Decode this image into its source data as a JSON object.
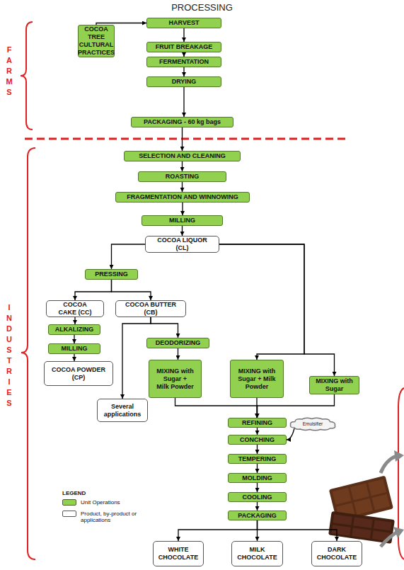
{
  "diagram": {
    "title": "PROCESSING",
    "nodes": [
      {
        "text": [
          "HARVEST"
        ]
      },
      {
        "text": [
          "COCOA TREE CULTURAL PRACTICES"
        ]
      },
      {
        "text": [
          "FRUIT BREAKAGE"
        ]
      },
      {
        "text": [
          "FERMENTATION"
        ]
      },
      {
        "text": [
          "DRYING"
        ]
      },
      {
        "text": [
          "PACKAGING - 60 kg bags"
        ]
      },
      {
        "text": [
          "SELECTION AND CLEANING"
        ]
      },
      {
        "text": [
          "ROASTING"
        ]
      },
      {
        "text": [
          "FRAGMENTATION AND WINNOWING"
        ]
      },
      {
        "text": [
          "MILLING"
        ]
      },
      {
        "text": [
          "COCOA LIQUOR (CL)"
        ]
      },
      {
        "text": [
          "PRESSING"
        ]
      },
      {
        "text": [
          "COCOA CAKE (CC)"
        ]
      },
      {
        "text": [
          "COCOA BUTTER (CB)"
        ]
      },
      {
        "text": [
          "ALKALIZING"
        ]
      },
      {
        "text": [
          "MILLING"
        ]
      },
      {
        "text": [
          "COCOA POWDER (CP)"
        ]
      },
      {
        "text": [
          "DEODORIZING"
        ]
      },
      {
        "text": [
          "MIXING with Sugar + Milk Powder"
        ]
      },
      {
        "text": [
          "MIXING with Sugar + Milk Powder"
        ]
      },
      {
        "text": [
          "MIXING with Sugar"
        ]
      },
      {
        "text": [
          "Several applications"
        ]
      },
      {
        "text": [
          "REFINING"
        ]
      },
      {
        "text": [
          "CONCHING"
        ]
      },
      {
        "text": [
          "TEMPERING"
        ]
      },
      {
        "text": [
          "MOLDING"
        ]
      },
      {
        "text": [
          "COOLING"
        ]
      },
      {
        "text": [
          "PACKAGING"
        ]
      },
      {
        "text": [
          "WHITE CHOCOLATE"
        ]
      },
      {
        "text": [
          "MILK CHOCOLATE"
        ]
      },
      {
        "text": [
          "DARK CHOCOLATE"
        ]
      },
      {
        "text": [
          "Emulsifier"
        ]
      }
    ],
    "edges": [
      {
        "from": 1,
        "to": 0,
        "arrow": "to"
      },
      {
        "from": 0,
        "to": 2,
        "arrow": "to"
      },
      {
        "from": 2,
        "to": 3,
        "arrow": "to"
      },
      {
        "from": 3,
        "to": 4,
        "arrow": "to"
      },
      {
        "from": 4,
        "to": 5,
        "arrow": "to"
      },
      {
        "from": 5,
        "to": 6,
        "arrow": "to"
      },
      {
        "from": 6,
        "to": 7,
        "arrow": "to"
      },
      {
        "from": 7,
        "to": 8,
        "arrow": "to"
      },
      {
        "from": 8,
        "to": 9,
        "arrow": "to"
      },
      {
        "from": 9,
        "to": 10,
        "arrow": "to"
      },
      {
        "from": 10,
        "to": 11,
        "arrow": "to"
      },
      {
        "from": 10,
        "to": 19,
        "arrow": "to"
      },
      {
        "from": 10,
        "to": 20,
        "arrow": "to"
      },
      {
        "from": 11,
        "to": 12,
        "arrow": "to"
      },
      {
        "from": 11,
        "to": 13,
        "arrow": "to"
      },
      {
        "from": 12,
        "to": 14,
        "arrow": "to"
      },
      {
        "from": 14,
        "to": 15,
        "arrow": "to"
      },
      {
        "from": 15,
        "to": 16,
        "arrow": "to"
      },
      {
        "from": 13,
        "to": 21,
        "arrow": "to"
      },
      {
        "from": 13,
        "to": 17,
        "arrow": "to"
      },
      {
        "from": 17,
        "to": 18,
        "arrow": "to"
      },
      {
        "from": 18,
        "to": 22,
        "arrow": "to"
      },
      {
        "from": 19,
        "to": 22,
        "arrow": "to"
      },
      {
        "from": 20,
        "to": 22,
        "arrow": "to"
      },
      {
        "from": 22,
        "to": 23,
        "arrow": "to"
      },
      {
        "from": 23,
        "to": 24,
        "arrow": "to"
      },
      {
        "from": 24,
        "to": 25,
        "arrow": "to"
      },
      {
        "from": 25,
        "to": 26,
        "arrow": "to"
      },
      {
        "from": 26,
        "to": 27,
        "arrow": "to"
      },
      {
        "from": 27,
        "to": 28,
        "arrow": "to"
      },
      {
        "from": 27,
        "to": 29,
        "arrow": "to"
      },
      {
        "from": 27,
        "to": 30,
        "arrow": "to"
      },
      {
        "from": 31,
        "to": 23,
        "arrow": "to"
      }
    ],
    "labels": [
      "FARMS",
      "INDUSTRIES",
      "LEGEND"
    ],
    "legend": [
      {
        "text": "Unit Operations",
        "color": "#92d050"
      },
      {
        "text": "Product, by-product or applications",
        "color": "#ffffff"
      }
    ]
  }
}
